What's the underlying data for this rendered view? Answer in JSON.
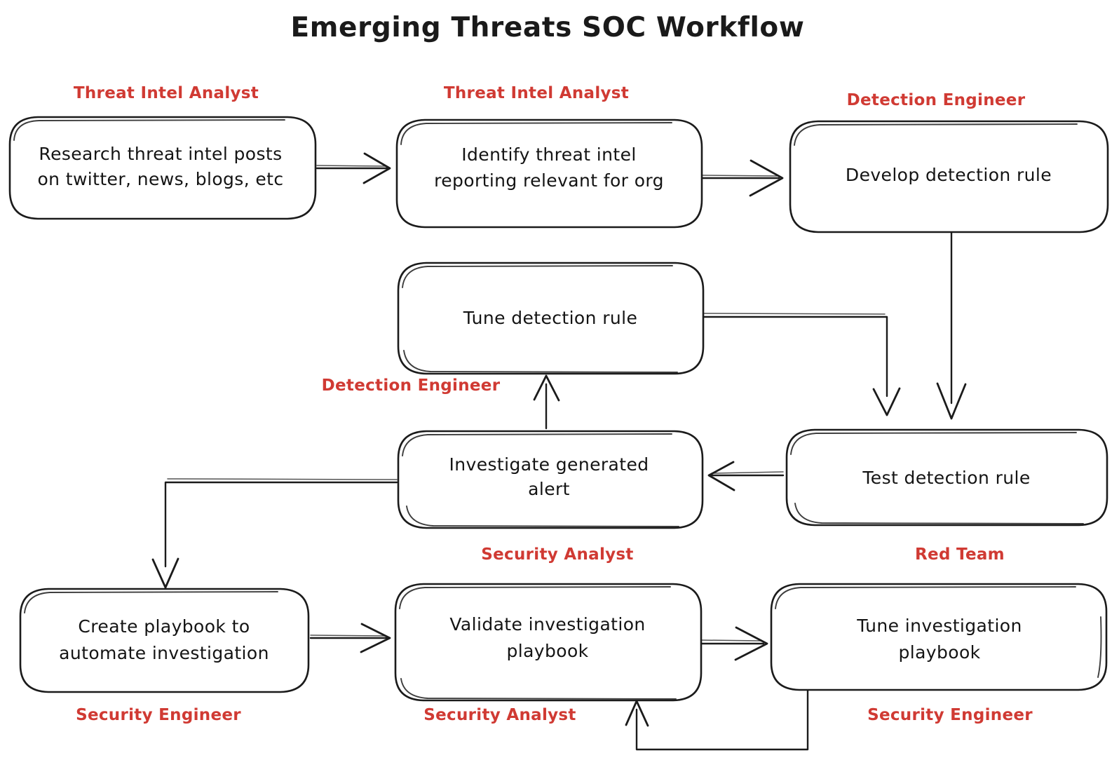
{
  "title": "Emerging Threats SOC Workflow",
  "colors": {
    "role_label": "#d03a33",
    "node_stroke": "#1b1b1b",
    "node_fill": "#ffffff",
    "text": "#141414",
    "background": "#ffffff"
  },
  "nodes": [
    {
      "id": "research",
      "label_line1": "Research threat intel posts",
      "label_line2": "on twitter, news, blogs, etc",
      "role": "Threat Intel Analyst",
      "role_position": "above"
    },
    {
      "id": "identify",
      "label_line1": "Identify threat intel",
      "label_line2": "reporting relevant for org",
      "role": "Threat Intel Analyst",
      "role_position": "above"
    },
    {
      "id": "develop",
      "label_line1": "Develop detection rule",
      "label_line2": "",
      "role": "Detection Engineer",
      "role_position": "above"
    },
    {
      "id": "tune-detection",
      "label_line1": "Tune detection rule",
      "label_line2": "",
      "role": "Detection Engineer",
      "role_position": "below-left"
    },
    {
      "id": "investigate",
      "label_line1": "Investigate generated",
      "label_line2": "alert",
      "role": "Security Analyst",
      "role_position": "below"
    },
    {
      "id": "test-detection",
      "label_line1": "Test detection rule",
      "label_line2": "",
      "role": "Red Team",
      "role_position": "below"
    },
    {
      "id": "create-playbook",
      "label_line1": "Create playbook to",
      "label_line2": "automate investigation",
      "role": "Security Engineer",
      "role_position": "below"
    },
    {
      "id": "validate-playbook",
      "label_line1": "Validate investigation",
      "label_line2": "playbook",
      "role": "Security Analyst",
      "role_position": "below"
    },
    {
      "id": "tune-playbook",
      "label_line1": "Tune investigation",
      "label_line2": "playbook",
      "role": "Security Engineer",
      "role_position": "below"
    }
  ],
  "edges": [
    {
      "from": "research",
      "to": "identify",
      "direction": "right"
    },
    {
      "from": "identify",
      "to": "develop",
      "direction": "right"
    },
    {
      "from": "develop",
      "to": "test-detection",
      "direction": "down"
    },
    {
      "from": "test-detection",
      "to": "investigate",
      "direction": "left"
    },
    {
      "from": "investigate",
      "to": "tune-detection",
      "direction": "up"
    },
    {
      "from": "tune-detection",
      "to": "test-detection",
      "direction": "right-down"
    },
    {
      "from": "investigate",
      "to": "create-playbook",
      "direction": "left-down"
    },
    {
      "from": "create-playbook",
      "to": "validate-playbook",
      "direction": "right"
    },
    {
      "from": "validate-playbook",
      "to": "tune-playbook",
      "direction": "right"
    },
    {
      "from": "tune-playbook",
      "to": "validate-playbook",
      "direction": "down-left-up"
    }
  ]
}
